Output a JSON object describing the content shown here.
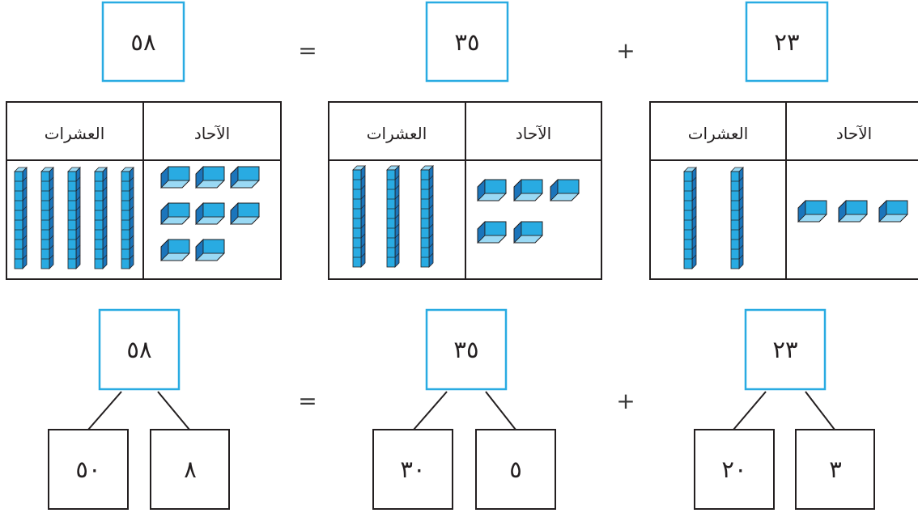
{
  "top_row": {
    "sum": "٥٨",
    "equals": "=",
    "addend_a": "٣٥",
    "plus": "+",
    "addend_b": "٢٣"
  },
  "place_value_tables": [
    {
      "ones_header": "الآحاد",
      "tens_header": "العشرات",
      "tens_count": 5,
      "ones_count": 8
    },
    {
      "ones_header": "الآحاد",
      "tens_header": "العشرات",
      "tens_count": 3,
      "ones_count": 5
    },
    {
      "ones_header": "الآحاد",
      "tens_header": "العشرات",
      "tens_count": 2,
      "ones_count": 3
    }
  ],
  "number_bonds": [
    {
      "whole": "٥٨",
      "tens_part": "٥٠",
      "ones_part": "٨"
    },
    {
      "whole": "٣٥",
      "tens_part": "٣٠",
      "ones_part": "٥"
    },
    {
      "whole": "٢٣",
      "tens_part": "٢٠",
      "ones_part": "٣"
    }
  ],
  "bottom_row": {
    "equals": "=",
    "plus": "+"
  },
  "colors": {
    "accent_box": "#29abe2",
    "block_front": "#29abe2",
    "block_top": "#9ad9f4",
    "block_side": "#1b75bb",
    "outline": "#231f20"
  }
}
